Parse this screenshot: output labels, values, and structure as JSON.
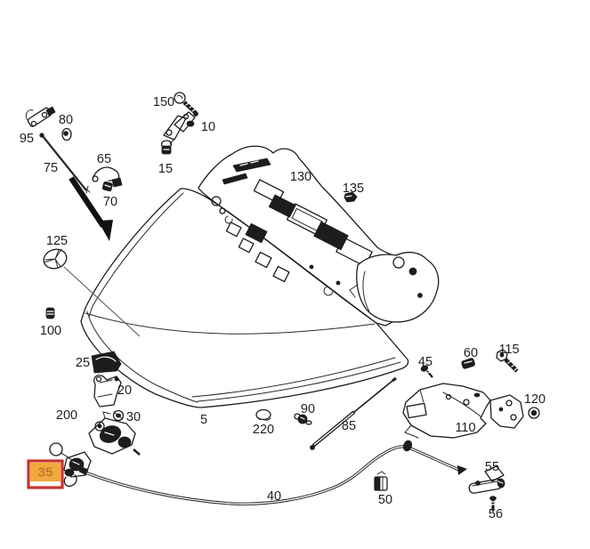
{
  "diagram": {
    "colors": {
      "background": "#ffffff",
      "line": "#1d1d1d",
      "label": "#1f1f1f"
    },
    "parts": [
      {
        "num": "95"
      },
      {
        "num": "80"
      },
      {
        "num": "75"
      },
      {
        "num": "65"
      },
      {
        "num": "70"
      },
      {
        "num": "150"
      },
      {
        "num": "15"
      },
      {
        "num": "10"
      },
      {
        "num": "130"
      },
      {
        "num": "135"
      },
      {
        "num": "125"
      },
      {
        "num": "100"
      },
      {
        "num": "25"
      },
      {
        "num": "20"
      },
      {
        "num": "30"
      },
      {
        "num": "200"
      },
      {
        "num": "5"
      },
      {
        "num": "220"
      },
      {
        "num": "90"
      },
      {
        "num": "85"
      },
      {
        "num": "40"
      },
      {
        "num": "45"
      },
      {
        "num": "60"
      },
      {
        "num": "115"
      },
      {
        "num": "120"
      },
      {
        "num": "110"
      },
      {
        "num": "50"
      },
      {
        "num": "55"
      },
      {
        "num": "56"
      }
    ],
    "highlighted_part": {
      "num": "35",
      "fill_color": "#f0a93c",
      "border_color": "#c5332b",
      "text_color": "#c9792c"
    }
  }
}
